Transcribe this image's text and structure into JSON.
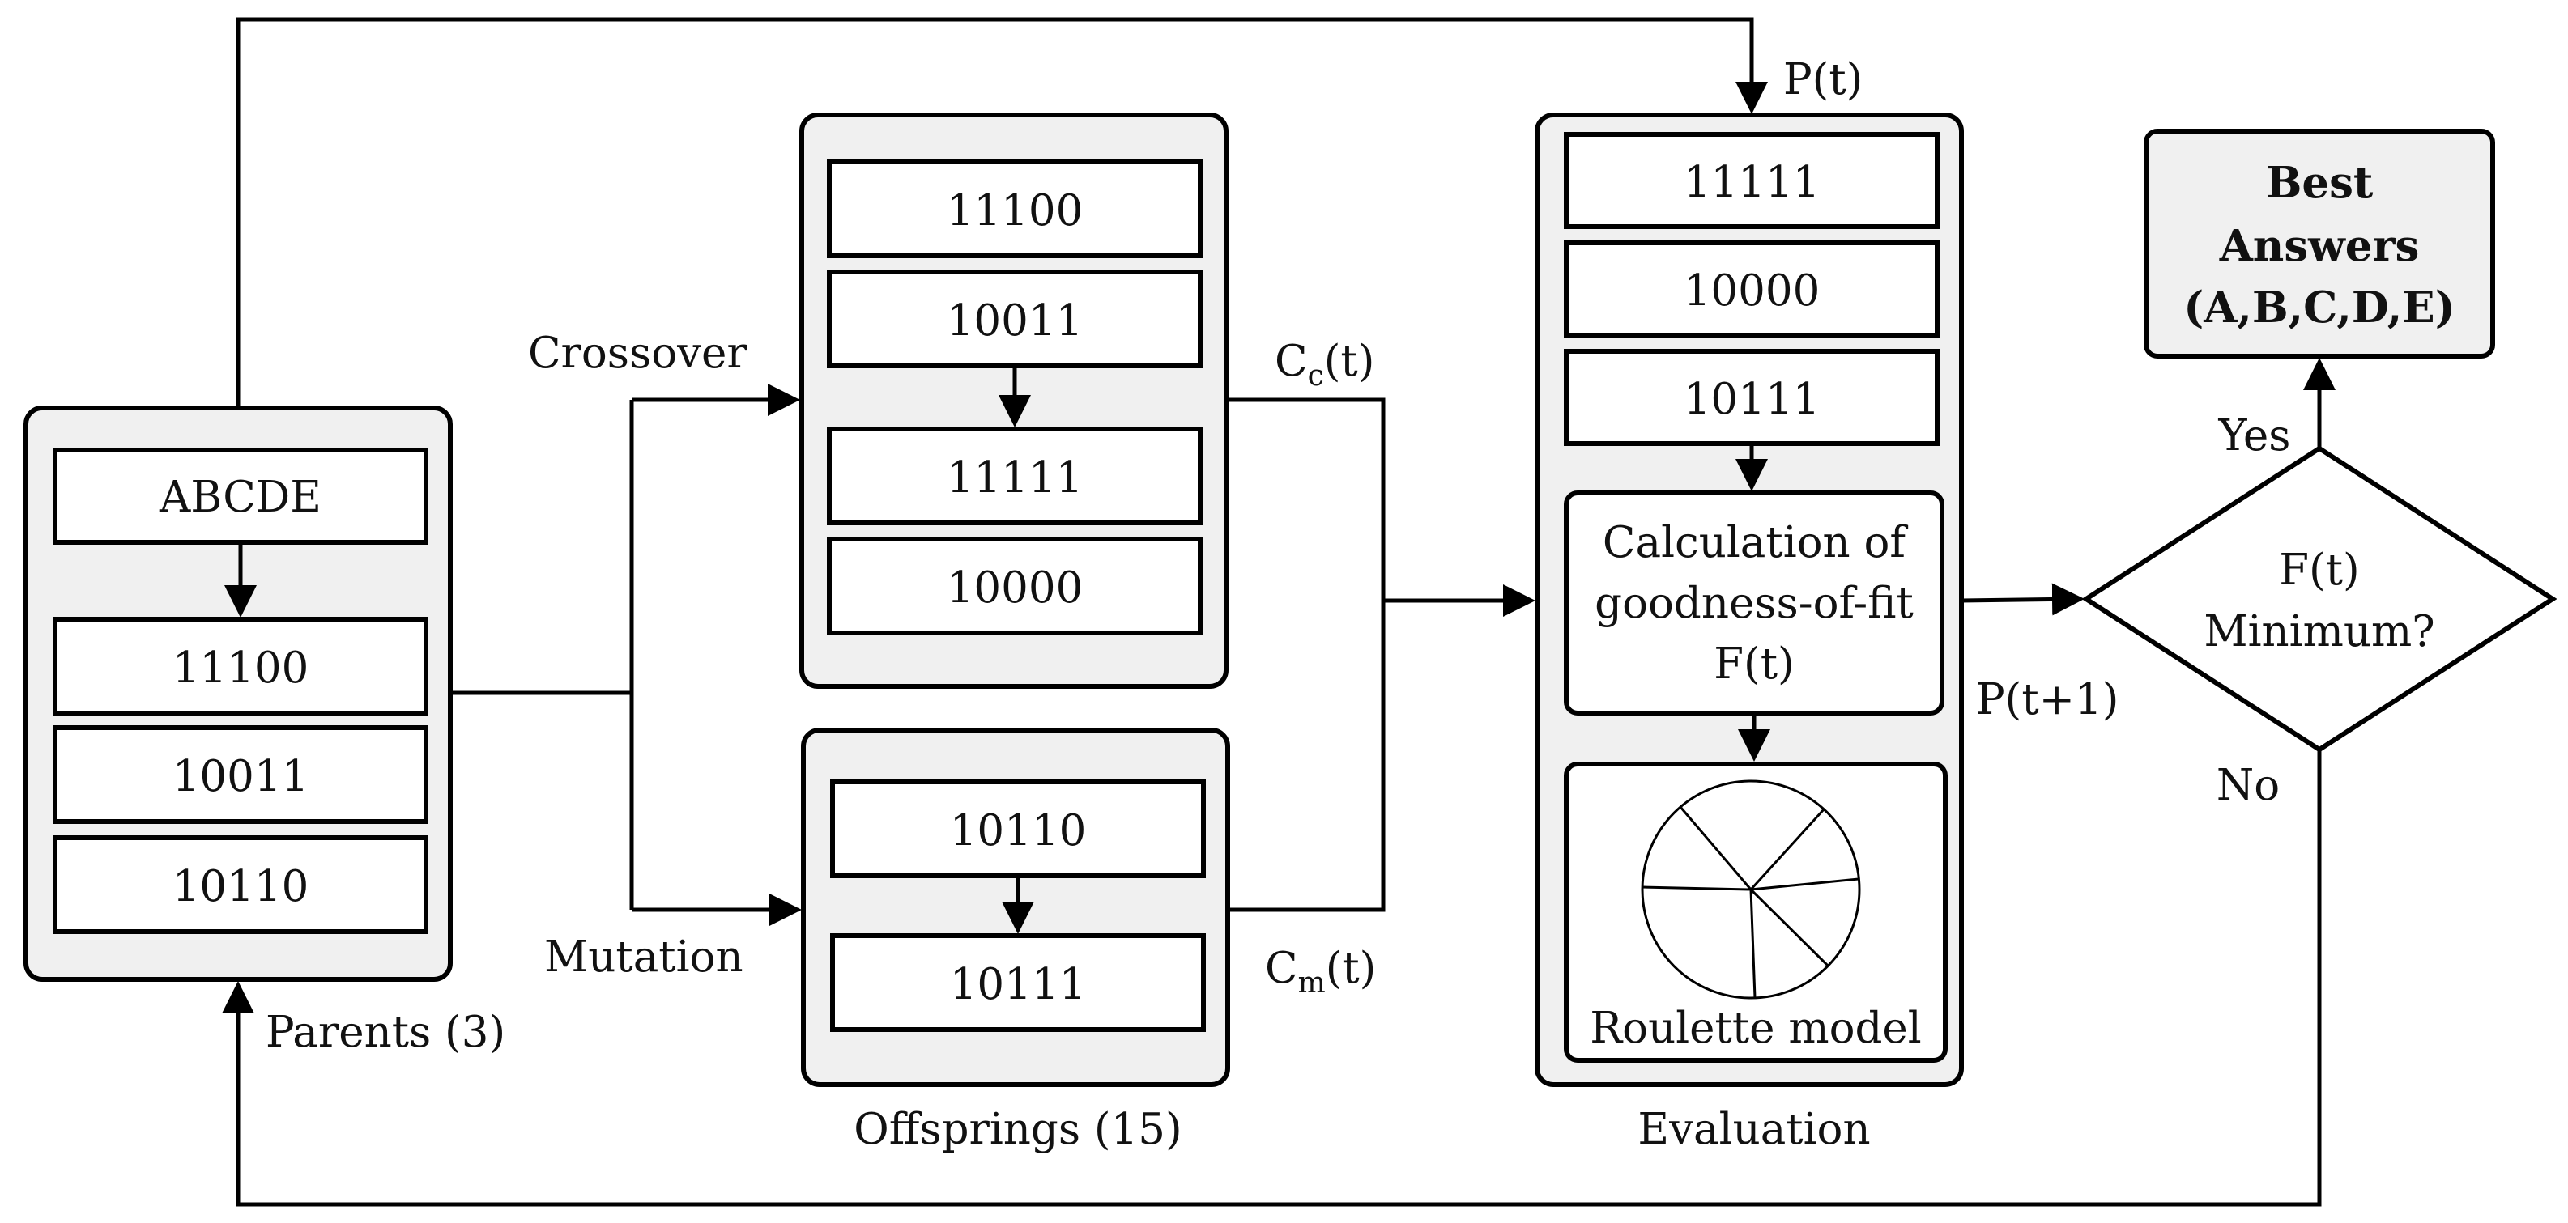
{
  "parents": {
    "header": "ABCDE",
    "items": [
      "11100",
      "10011",
      "10110"
    ],
    "label": "Parents (3)"
  },
  "crossover": {
    "label": "Crossover",
    "before": [
      "11100",
      "10011"
    ],
    "after": [
      "11111",
      "10000"
    ],
    "output_label": {
      "main": "C",
      "sub": "c",
      "tail": "(t)"
    }
  },
  "mutation": {
    "label": "Mutation",
    "before": "10110",
    "after": "10111",
    "output_label": {
      "main": "C",
      "sub": "m",
      "tail": "(t)"
    }
  },
  "offsprings_label": "Offsprings (15)",
  "evaluation": {
    "input_label": "P(t)",
    "items": [
      "11111",
      "10000",
      "10111"
    ],
    "calc_lines": [
      "Calculation of",
      "goodness-of-fit",
      "F(t)"
    ],
    "roulette_label": "Roulette model",
    "label": "Evaluation",
    "output_label": "P(t+1)"
  },
  "decision": {
    "lines": [
      "F(t)",
      "Minimum?"
    ],
    "yes": "Yes",
    "no": "No"
  },
  "best": {
    "lines": [
      "Best",
      "Answers",
      "(A,B,C,D,E)"
    ]
  }
}
